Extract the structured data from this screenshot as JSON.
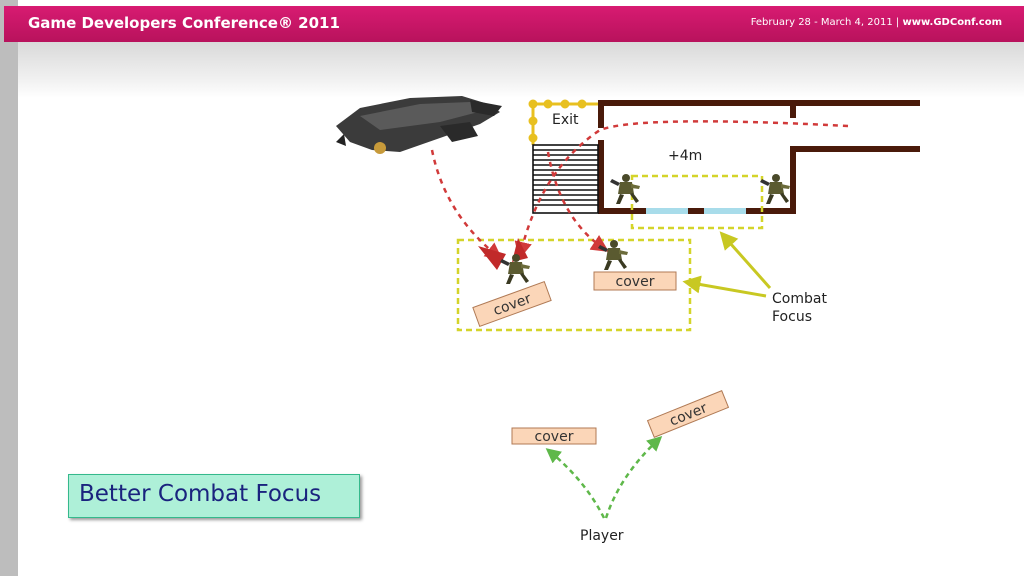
{
  "header": {
    "title": "Game Developers Conference® 2011",
    "dates": "February 28 - March 4, 2011",
    "separator": "|",
    "site": "www.GDConf.com"
  },
  "diagram": {
    "exit_label": "Exit",
    "height_label": "+4m",
    "cover_labels": [
      "cover",
      "cover",
      "cover",
      "cover"
    ],
    "callout": [
      "Combat",
      "Focus"
    ],
    "player_label": "Player"
  },
  "caption": "Better Combat Focus",
  "colors": {
    "header": "#c8166a",
    "dashed_red": "#d13a3a",
    "focus_yellow": "#d4d42a",
    "player_green": "#5fb84a",
    "cover_fill": "#fbd6b8",
    "caption_bg": "#aef0d8",
    "caption_text": "#1a237e"
  },
  "icons": [
    "dropship-icon",
    "soldier-icon"
  ]
}
